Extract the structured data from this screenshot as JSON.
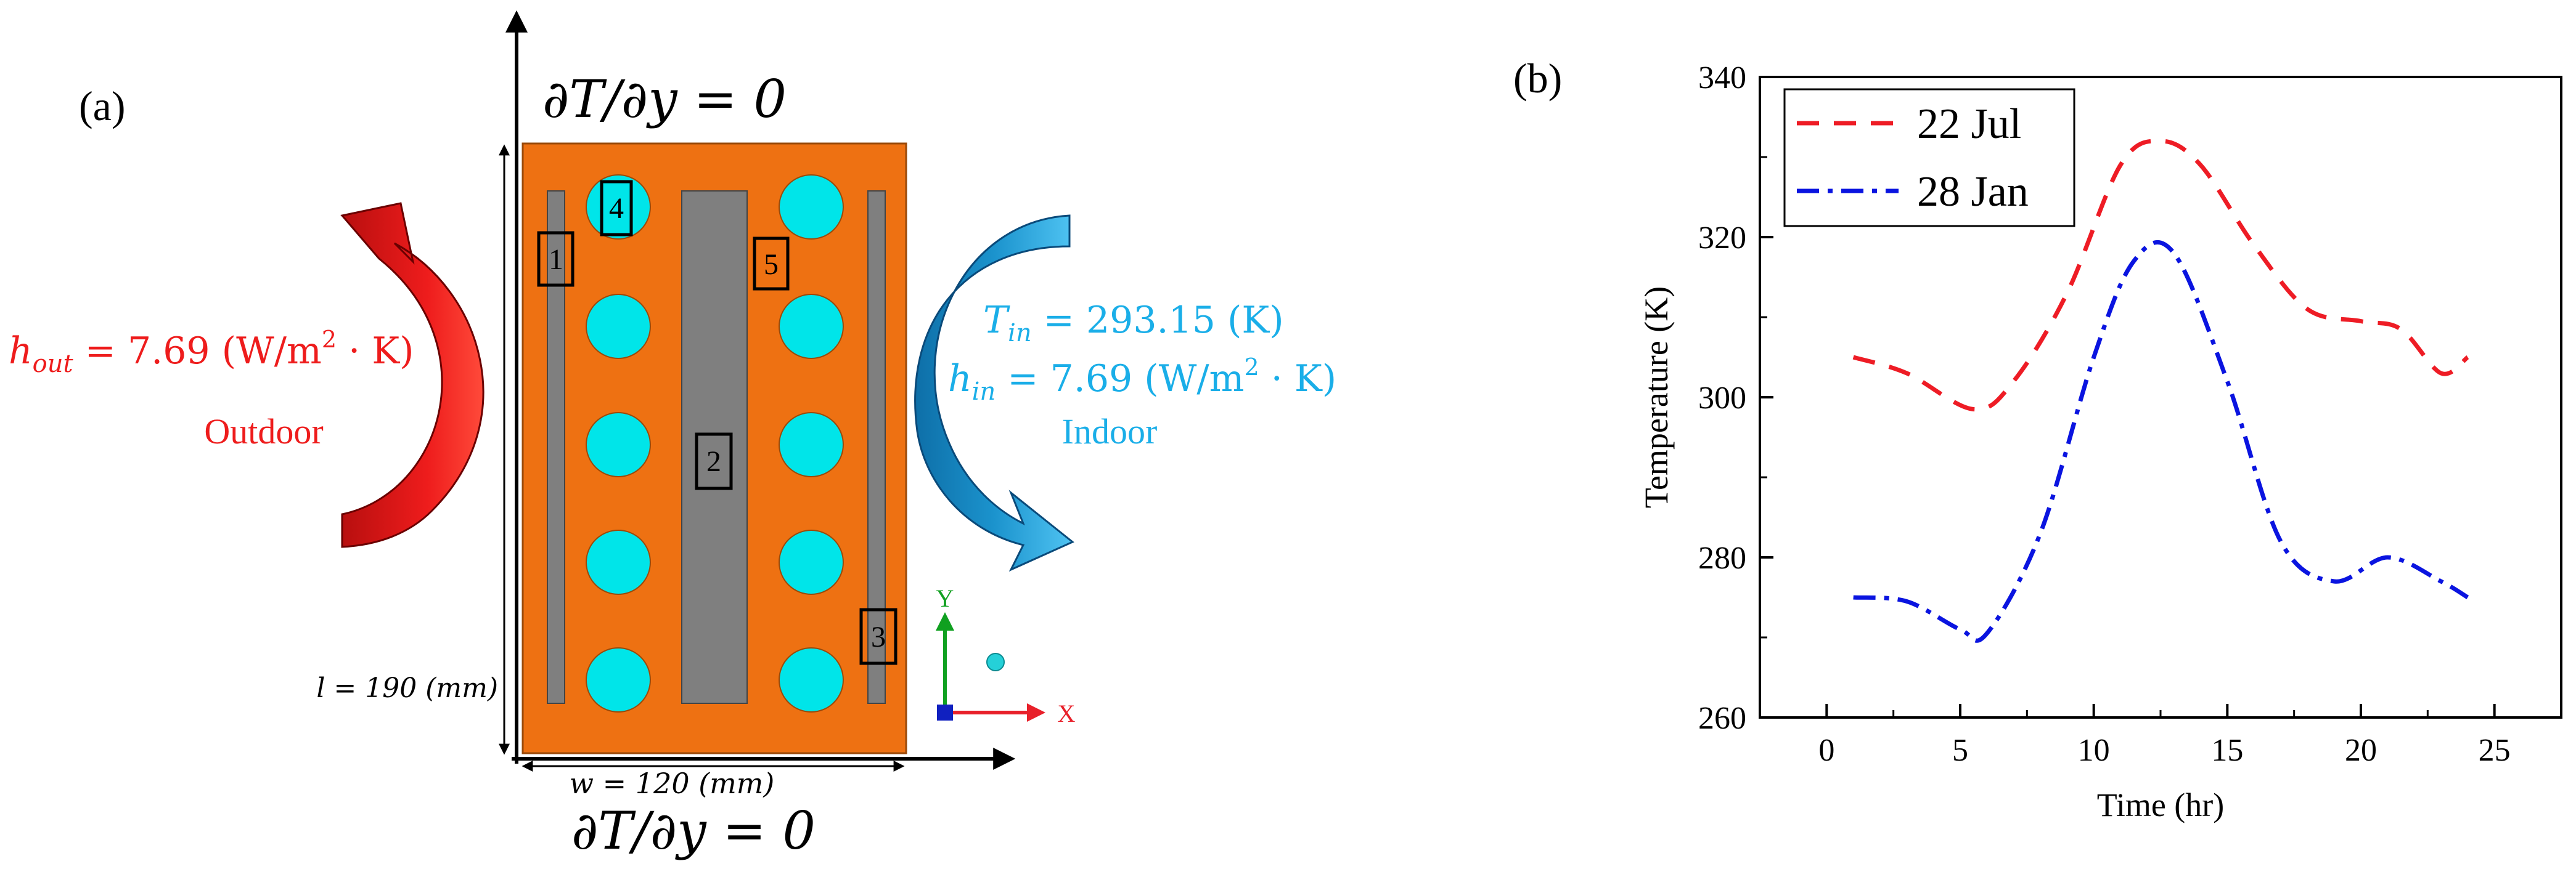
{
  "panel_a": {
    "label": "(a)",
    "bc_top": "∂T/∂y = 0",
    "bc_bottom": "∂T/∂y = 0",
    "outdoor": {
      "h_label": "h",
      "h_sub": "out",
      "h_value": " = 7.69 (W/m",
      "h_sup": "2",
      "h_tail": " · K)",
      "label": "Outdoor"
    },
    "indoor": {
      "t_label": "T",
      "t_sub": "in",
      "t_value": " = 293.15 (K)",
      "h_label": "h",
      "h_sub": "in",
      "h_value": " = 7.69 (W/m",
      "h_sup": "2",
      "h_tail": " · K)",
      "label": "Indoor"
    },
    "dim_l": "l = 190 (mm)",
    "dim_w": "w = 120 (mm)",
    "regions": [
      "1",
      "2",
      "3",
      "4",
      "5"
    ],
    "axis_triad": {
      "y": "Y",
      "x": "X"
    },
    "colors": {
      "brick": "#ee7112",
      "slot": "#7f7f7f",
      "hole": "#00e5e9",
      "outdoor": "#ee1c1c",
      "indoor": "#1aaee8",
      "indoor_arrow": "#1b93cd"
    }
  },
  "panel_b": {
    "label": "(b)",
    "chart_data": {
      "type": "line",
      "xlabel": "Time (hr)",
      "ylabel": "Temperature (K)",
      "xlim": [
        -2.5,
        27.5
      ],
      "ylim": [
        260,
        340
      ],
      "xticks": [
        0,
        5,
        10,
        15,
        20,
        25
      ],
      "yticks": [
        260,
        280,
        300,
        320,
        340
      ],
      "grid": false,
      "legend_position": "top-left",
      "series": [
        {
          "name": "22 Jul",
          "color": "#ee1c25",
          "style": "dashed",
          "x": [
            1,
            3,
            5.5,
            7,
            9,
            11,
            12.5,
            14,
            16,
            18,
            20,
            21.5,
            23,
            24
          ],
          "y": [
            305,
            303,
            298.5,
            302,
            313,
            329,
            332,
            329,
            319,
            311,
            309.5,
            308.5,
            303,
            305
          ]
        },
        {
          "name": "28 Jan",
          "color": "#0a14e0",
          "style": "dashdot",
          "x": [
            1,
            3,
            5,
            6,
            8,
            10,
            11.5,
            13,
            15,
            17,
            19,
            21,
            23,
            24
          ],
          "y": [
            275,
            274.5,
            271,
            270.5,
            283,
            305,
            317,
            318,
            302,
            282,
            277,
            280,
            277,
            275
          ]
        }
      ]
    }
  }
}
